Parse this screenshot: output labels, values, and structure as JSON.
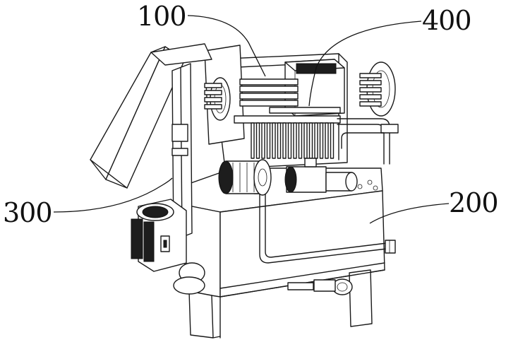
{
  "callouts": {
    "c100": "100",
    "c400": "400",
    "c300": "300",
    "c200": "200"
  }
}
